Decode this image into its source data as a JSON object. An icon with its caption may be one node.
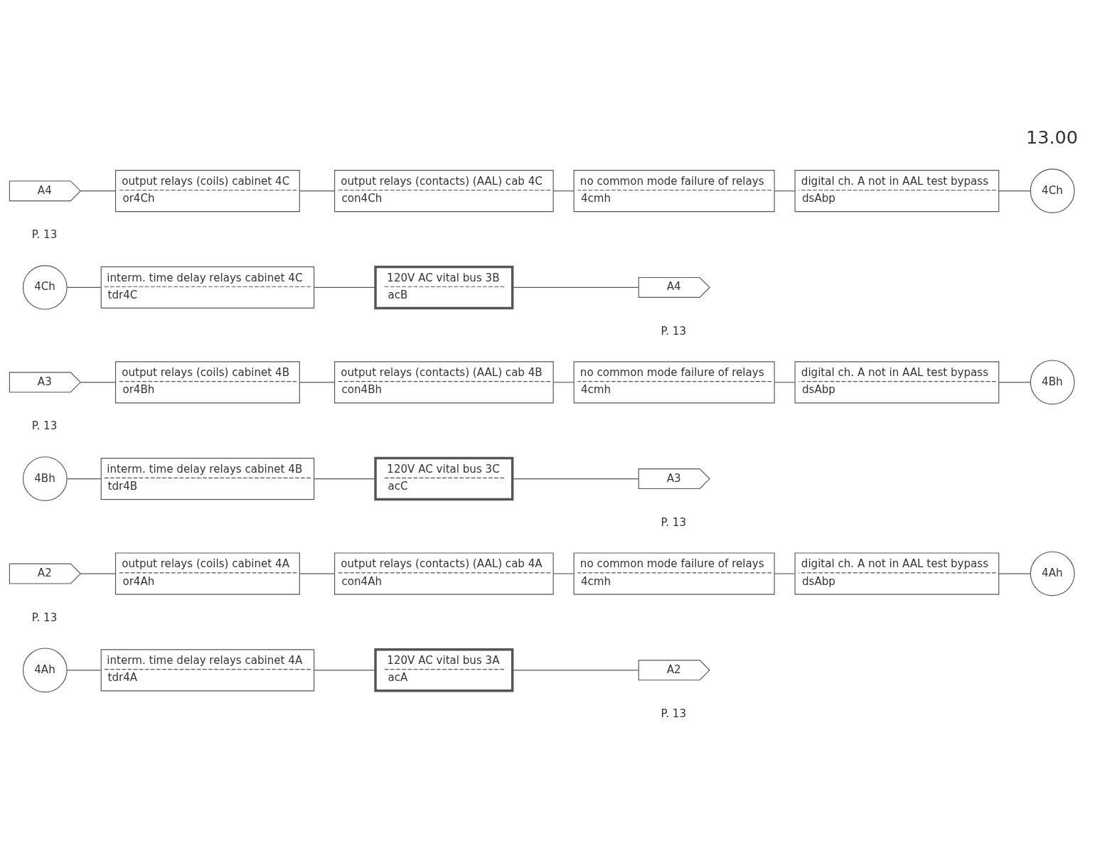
{
  "diagram": {
    "nodes": [
      {
        "text": [
          "4Ah"
        ]
      },
      {
        "text": [
          "interm. time delay relays cabinet 4A",
          "tdr4A"
        ]
      },
      {
        "text": [
          "120V AC vital bus 3A",
          "acA"
        ]
      },
      {
        "text": [
          "A2"
        ],
        "beside": [
          "P. 13"
        ]
      },
      {
        "text": [
          "A2"
        ],
        "beside": [
          "P. 13"
        ]
      },
      {
        "text": [
          "output relays (coils) cabinet 4A",
          "or4Ah"
        ]
      },
      {
        "text": [
          "output relays (contacts) (AAL) cab 4A",
          "con4Ah"
        ]
      },
      {
        "text": [
          "no common mode failure of relays",
          "4cmh"
        ]
      },
      {
        "text": [
          "digital ch. A not in AAL test bypass",
          "dsAbp"
        ]
      },
      {
        "text": [
          "4Ah"
        ]
      },
      {
        "text": [
          "4Bh"
        ]
      },
      {
        "text": [
          "interm. time delay relays cabinet 4B",
          "tdr4B"
        ]
      },
      {
        "text": [
          "120V AC vital bus 3C",
          "acC"
        ]
      },
      {
        "text": [
          "A3"
        ],
        "beside": [
          "P. 13"
        ]
      },
      {
        "text": [
          "A3"
        ],
        "beside": [
          "P. 13"
        ]
      },
      {
        "text": [
          "output relays (coils) cabinet 4B",
          "or4Bh"
        ]
      },
      {
        "text": [
          "output relays (contacts) (AAL) cab 4B",
          "con4Bh"
        ]
      },
      {
        "text": [
          "no common mode failure of relays",
          "4cmh"
        ]
      },
      {
        "text": [
          "digital ch. A not in AAL test bypass",
          "dsAbp"
        ]
      },
      {
        "text": [
          "4Bh"
        ]
      },
      {
        "text": [
          "4Ch"
        ]
      },
      {
        "text": [
          "interm. time delay relays cabinet 4C",
          "tdr4C"
        ]
      },
      {
        "text": [
          "120V AC vital bus 3B",
          "acB"
        ]
      },
      {
        "text": [
          "A4"
        ],
        "beside": [
          "P. 13"
        ]
      },
      {
        "text": [
          "A4"
        ],
        "beside": [
          "P. 13"
        ]
      },
      {
        "text": [
          "output relays (coils) cabinet 4C",
          "or4Ch"
        ]
      },
      {
        "text": [
          "output relays (contacts) (AAL) cab 4C",
          "con4Ch"
        ]
      },
      {
        "text": [
          "no common mode failure of relays",
          "4cmh"
        ]
      },
      {
        "text": [
          "digital ch. A not in AAL test bypass",
          "dsAbp"
        ]
      },
      {
        "text": [
          "4Ch"
        ]
      }
    ],
    "edges": [
      {
        "from": 0,
        "to": 1,
        "arrow": "none"
      },
      {
        "from": 1,
        "to": 2,
        "arrow": "none"
      },
      {
        "from": 2,
        "to": 3,
        "arrow": "none"
      },
      {
        "from": 4,
        "to": 5,
        "arrow": "none"
      },
      {
        "from": 5,
        "to": 6,
        "arrow": "none"
      },
      {
        "from": 6,
        "to": 7,
        "arrow": "none"
      },
      {
        "from": 7,
        "to": 8,
        "arrow": "none"
      },
      {
        "from": 8,
        "to": 9,
        "arrow": "none"
      },
      {
        "from": 10,
        "to": 11,
        "arrow": "none"
      },
      {
        "from": 11,
        "to": 12,
        "arrow": "none"
      },
      {
        "from": 12,
        "to": 13,
        "arrow": "none"
      },
      {
        "from": 14,
        "to": 15,
        "arrow": "none"
      },
      {
        "from": 15,
        "to": 16,
        "arrow": "none"
      },
      {
        "from": 16,
        "to": 17,
        "arrow": "none"
      },
      {
        "from": 17,
        "to": 18,
        "arrow": "none"
      },
      {
        "from": 18,
        "to": 19,
        "arrow": "none"
      },
      {
        "from": 20,
        "to": 21,
        "arrow": "none"
      },
      {
        "from": 21,
        "to": 22,
        "arrow": "none"
      },
      {
        "from": 22,
        "to": 23,
        "arrow": "none"
      },
      {
        "from": 24,
        "to": 25,
        "arrow": "none"
      },
      {
        "from": 25,
        "to": 26,
        "arrow": "none"
      },
      {
        "from": 26,
        "to": 27,
        "arrow": "none"
      },
      {
        "from": 27,
        "to": 28,
        "arrow": "none"
      },
      {
        "from": 28,
        "to": 29,
        "arrow": "none"
      }
    ],
    "labels": [
      "13.00"
    ]
  }
}
